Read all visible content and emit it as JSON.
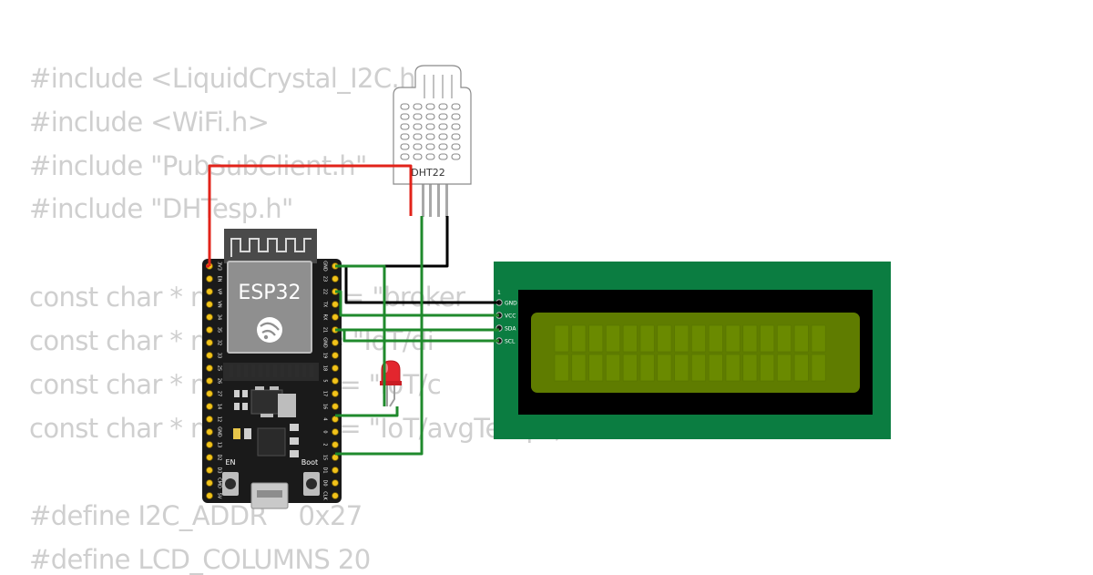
{
  "code_lines": [
    "#include <LiquidCrystal_I2C.h>",
    "#include <WiFi.h>",
    "#include \"PubSubClient.h\"",
    "#include \"DHTesp.h\"",
    "",
    "const char * mqttServer = \"broker",
    "const char * mqttTopic = \"IoT/di",
    "const char * mqttTopic1 = \"IoT/c",
    "const char * mqttTopic2 = \"IoT/avgTemp\";",
    "",
    "#define I2C_ADDR    0x27",
    "#define LCD_COLUMNS 20"
  ],
  "board": {
    "label": "ESP32",
    "en_label": "EN",
    "boot_label": "Boot",
    "left_pins": [
      "3V3",
      "EN",
      "VP",
      "VN",
      "34",
      "35",
      "32",
      "33",
      "25",
      "26",
      "27",
      "14",
      "12",
      "GND",
      "13",
      "D2",
      "D3",
      "CMD",
      "5V"
    ],
    "right_pins": [
      "GND",
      "23",
      "22",
      "TX",
      "RX",
      "21",
      "GND",
      "19",
      "18",
      "5",
      "17",
      "16",
      "4",
      "0",
      "2",
      "15",
      "D1",
      "D0",
      "CLK"
    ]
  },
  "dht": {
    "label": "DHT22"
  },
  "lcd": {
    "pin1_label": "1",
    "pins": [
      "GND",
      "VCC",
      "SDA",
      "SCL"
    ],
    "columns": 16,
    "rows": 2
  },
  "colors": {
    "wire_red": "#e2231a",
    "wire_black": "#000000",
    "wire_green": "#1f8a2c",
    "lcd_board": "#0b7d41",
    "lcd_screen": "#5f7c00",
    "board_black": "#1a1a1a",
    "led_red": "#e3262e",
    "code_text": "#cfcfcf"
  }
}
